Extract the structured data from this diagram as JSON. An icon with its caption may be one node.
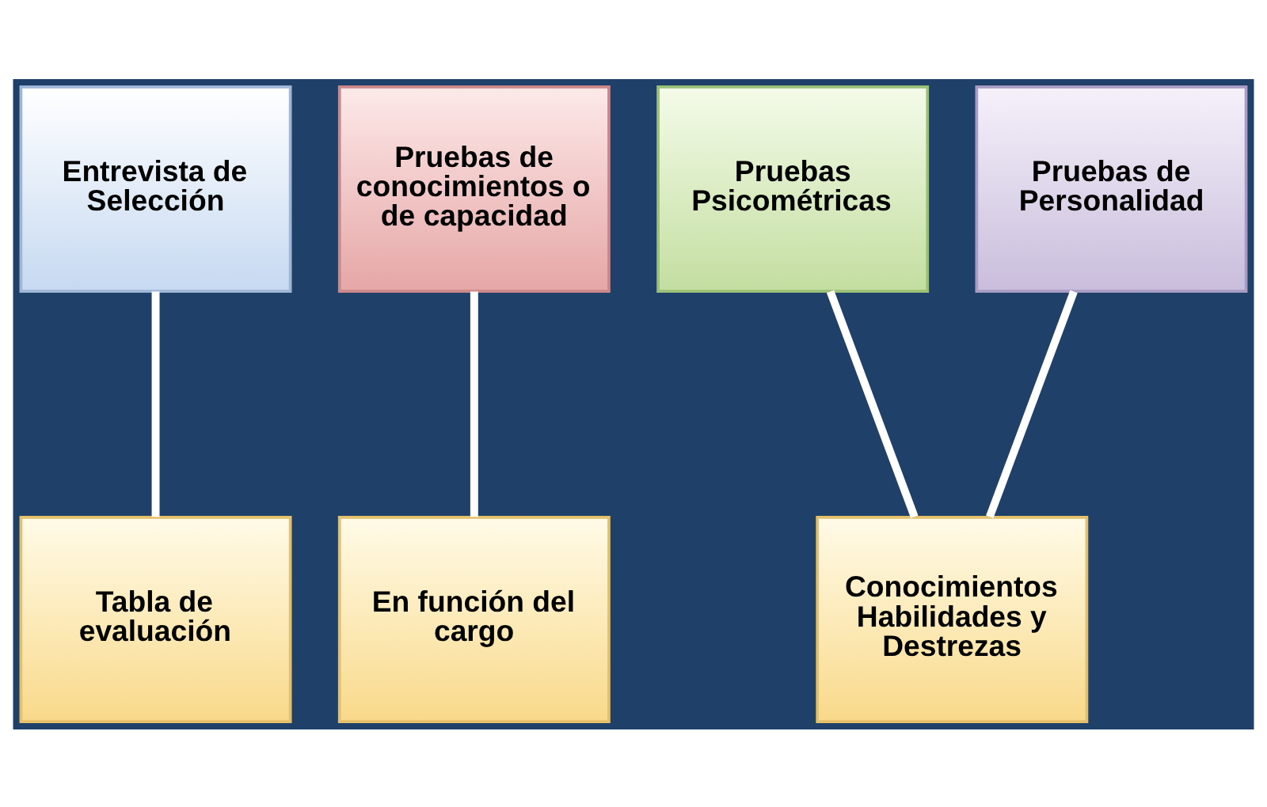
{
  "diagram": {
    "nodes": [
      {
        "text": [
          "Entrevista de Selección"
        ]
      },
      {
        "text": [
          "Pruebas de conocimientos o de capacidad"
        ]
      },
      {
        "text": [
          "Pruebas Psicométricas"
        ]
      },
      {
        "text": [
          "Pruebas de Personalidad"
        ]
      },
      {
        "text": [
          "Tabla de evaluación"
        ]
      },
      {
        "text": [
          "En función del cargo"
        ]
      },
      {
        "text": [
          "Conocimientos Habilidades y Destrezas"
        ]
      }
    ],
    "edges": [
      {
        "from": 0,
        "to": 4,
        "arrow": "none"
      },
      {
        "from": 1,
        "to": 5,
        "arrow": "none"
      },
      {
        "from": 2,
        "to": 6,
        "arrow": "none"
      },
      {
        "from": 3,
        "to": 6,
        "arrow": "none"
      }
    ]
  }
}
